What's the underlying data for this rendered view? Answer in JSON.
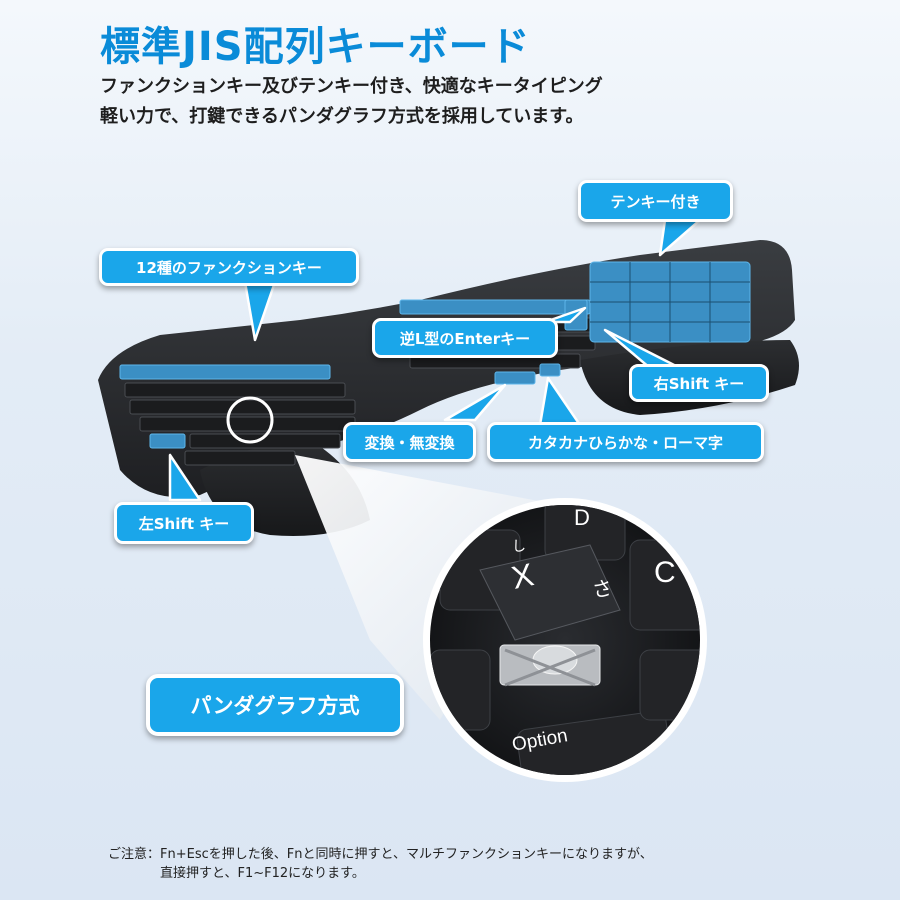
{
  "title": "標準JIS配列キーボード",
  "subtitle": {
    "line1": "ファンクションキー及びテンキー付き、快適なキータイピング",
    "line2": "軽い力で、打鍵できるパンダグラフ方式を採用しています。"
  },
  "callouts": {
    "tenkey": "テンキー付き",
    "function_keys": "12種のファンクションキー",
    "enter": "逆L型のEnterキー",
    "right_shift": "右Shift キー",
    "henkan": "変換・無変換",
    "kana": "カタカナひらかな・ローマ字",
    "left_shift": "左Shift キー",
    "pantograph": "パンダグラフ方式"
  },
  "closeup": {
    "key_x_letter": "X",
    "key_x_kana": "さ",
    "key_top_left_kana": "し",
    "key_c_letter": "C",
    "key_d_letter": "D",
    "option_label": "Option"
  },
  "note": {
    "label": "ご注意：",
    "line1": "Fn+Escを押した後、Fnと同時に押すと、マルチファンクションキーになりますが、",
    "line2": "直接押すと、F1~F12になります。"
  },
  "colors": {
    "accent": "#1aa6ea",
    "title": "#0a8bd8",
    "keyboard_body": "#2b2d30",
    "highlight_key": "#3b8fc4"
  }
}
